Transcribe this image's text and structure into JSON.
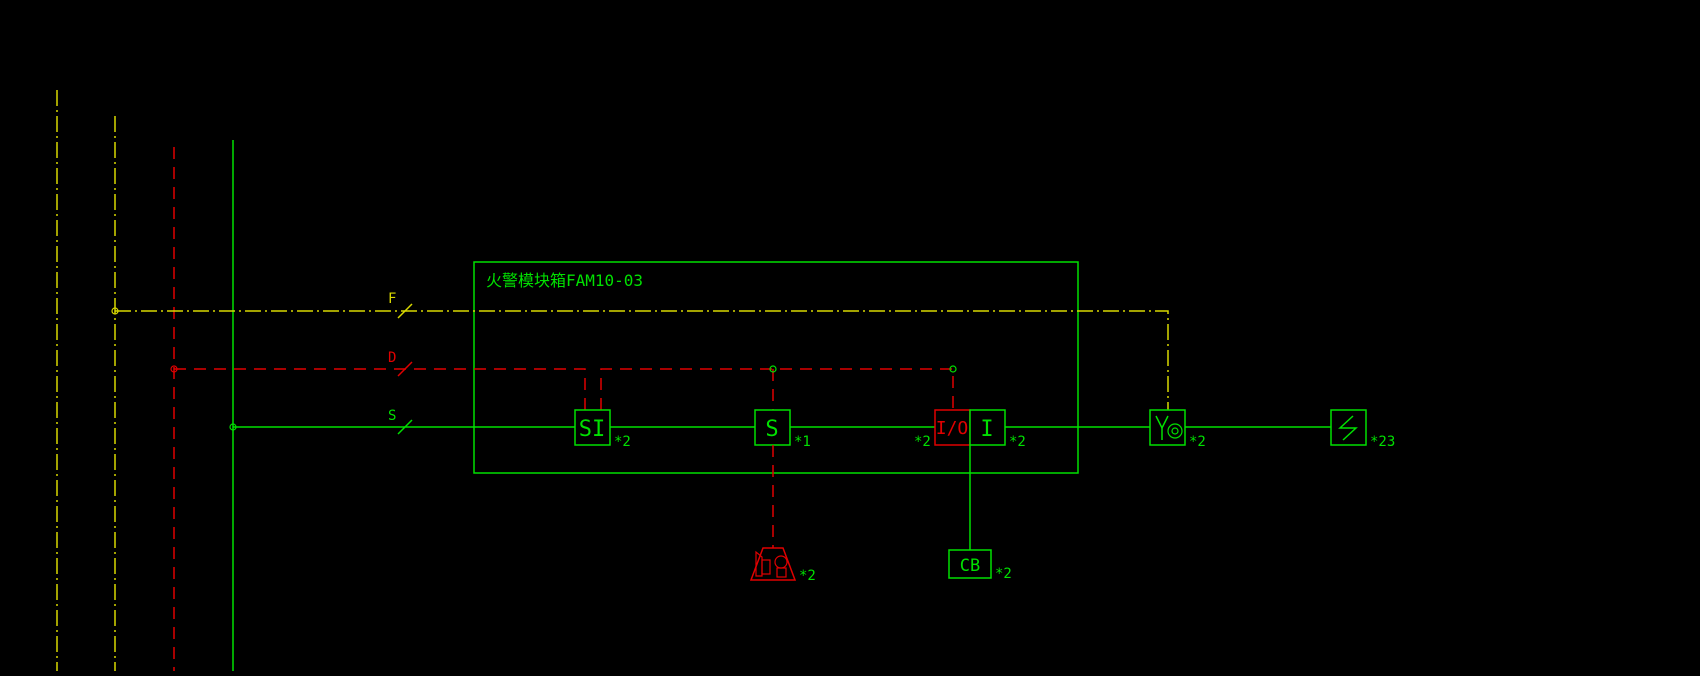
{
  "colors": {
    "background": "#000000",
    "green": "#00ff00",
    "red": "#ff0000",
    "yellow": "#ffff00"
  },
  "module_box": {
    "title": "火警模块箱FAM10-03"
  },
  "bus_labels": {
    "fire": "F",
    "power": "D",
    "signal": "S"
  },
  "devices": {
    "short_circuit_isolator": {
      "symbol": "SI",
      "count": "*2"
    },
    "signal_module": {
      "symbol": "S",
      "count": "*1"
    },
    "io_module": {
      "symbol": "I/O",
      "count": "*2"
    },
    "input_module": {
      "symbol": "I",
      "count": "*2"
    },
    "sound_light_alarm": {
      "symbol": "sound-light-alarm-icon",
      "count": "*2"
    },
    "circuit_breaker": {
      "symbol": "CB",
      "count": "*2"
    },
    "manual_alarm_button": {
      "symbol": "manual-call-point-icon",
      "count": "*2"
    },
    "smoke_detector": {
      "symbol": "smoke-detector-icon",
      "count": "*23"
    }
  }
}
